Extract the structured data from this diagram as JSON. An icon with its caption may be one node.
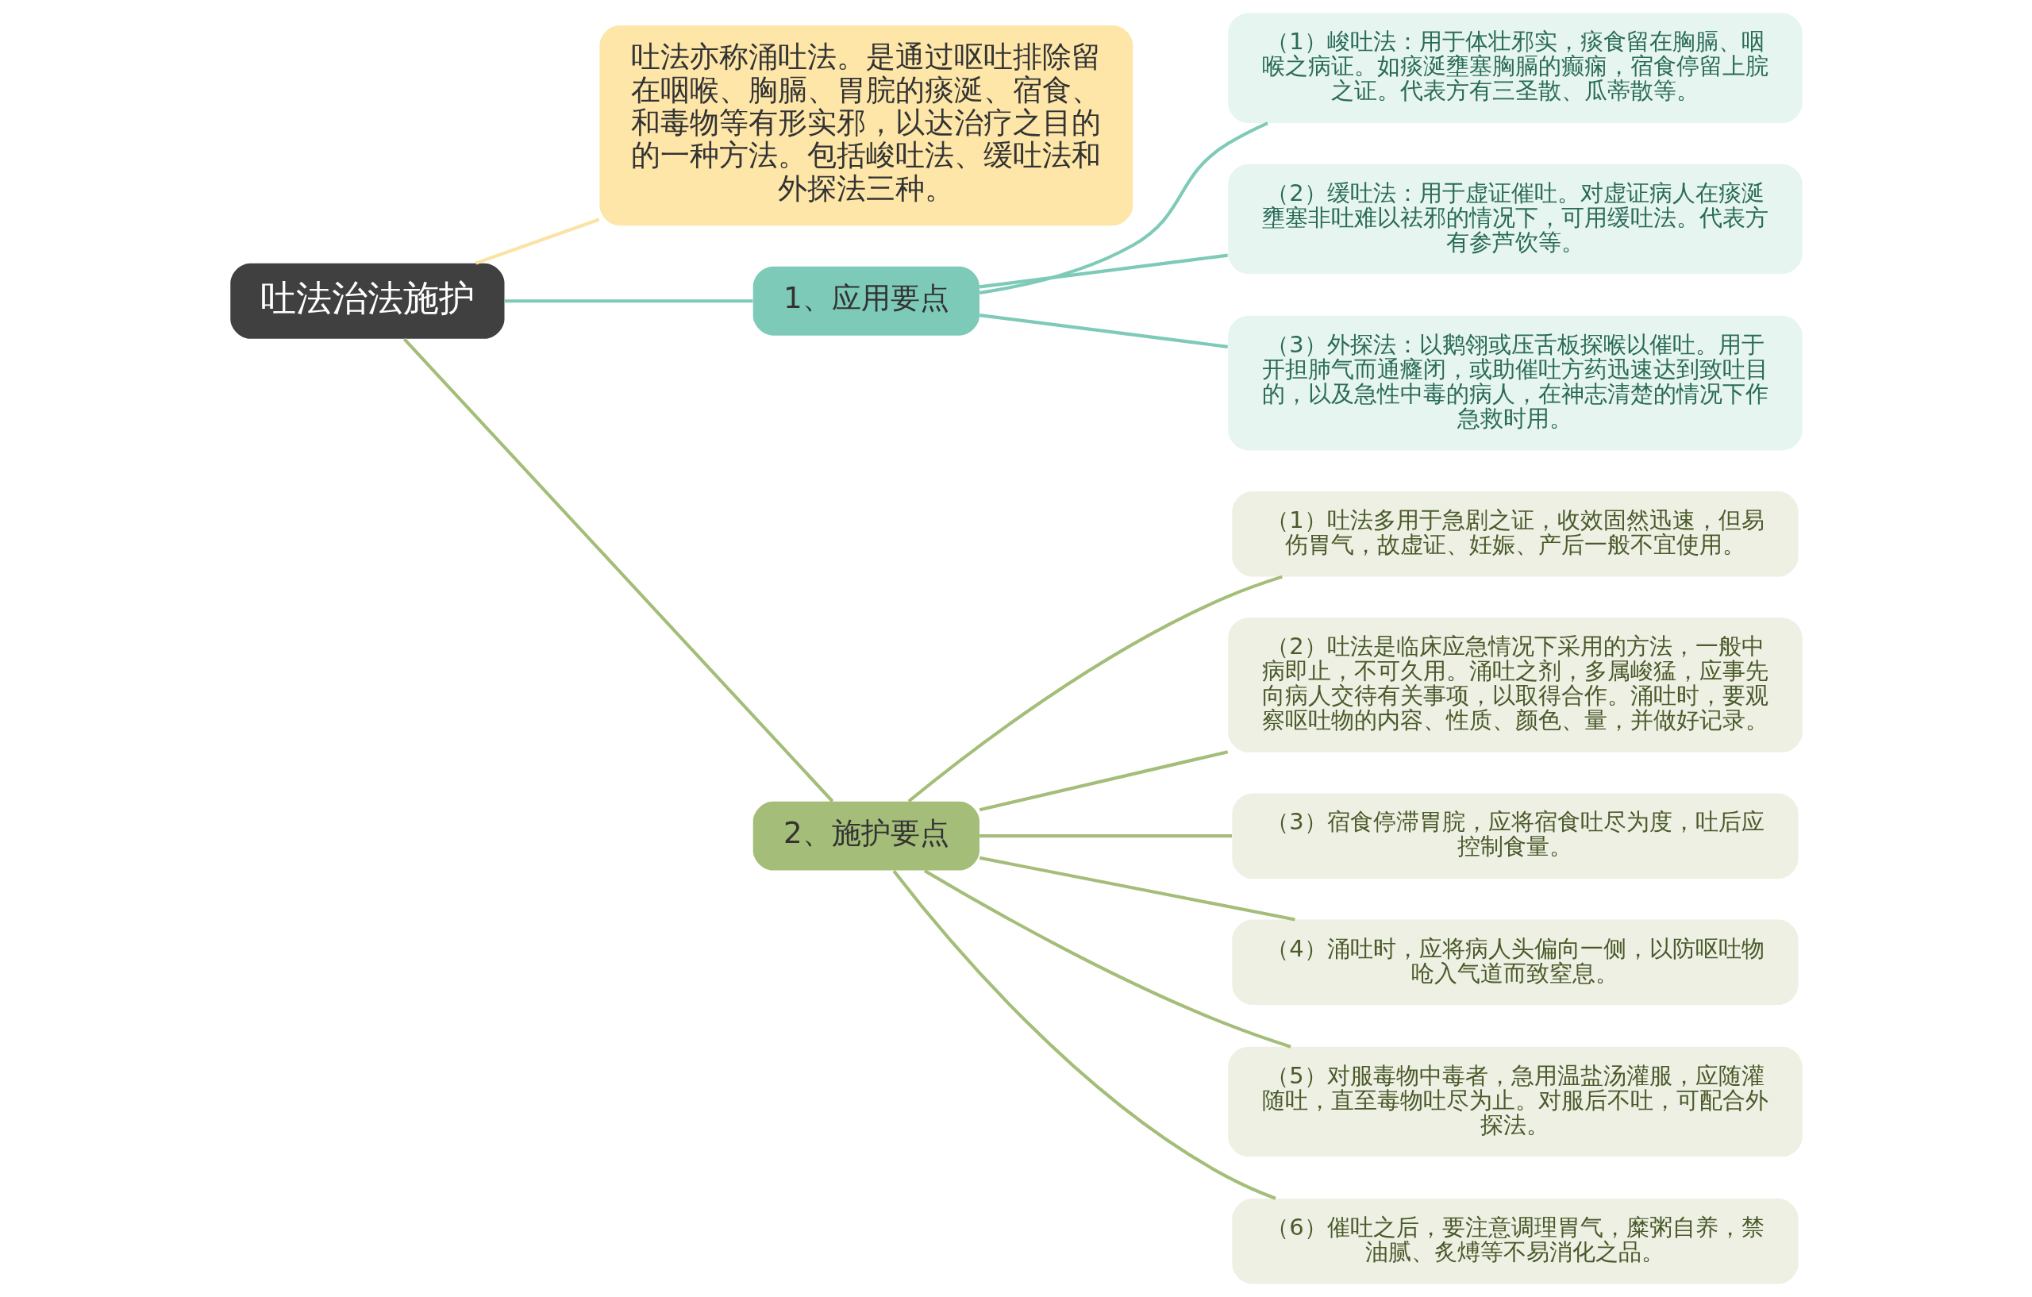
{
  "diagram": {
    "nodes": [
      {
        "text": [
          "吐法治法施护"
        ]
      },
      {
        "text": [
          "吐法亦称涌吐法。是通过呕吐排除留在咽喉、胸膈、胃脘的痰涎、宿食、和毒物等有形实邪，以达治疗之目的的一种方法。包括峻吐法、缓吐法和外探法三种。"
        ]
      },
      {
        "text": [
          "1、应用要点"
        ]
      },
      {
        "text": [
          "（1）峻吐法：用于体壮邪实，痰食留在胸膈、咽喉之病证。如痰涎壅塞胸膈的癫痫，宿食停留上脘之证。代表方有三圣散、瓜蒂散等。"
        ]
      },
      {
        "text": [
          "（2）缓吐法：用于虚证催吐。对虚证病人在痰涎壅塞非吐难以祛邪的情况下，可用缓吐法。代表方有参芦饮等。"
        ]
      },
      {
        "text": [
          "（3）外探法：以鹅翎或压舌板探喉以催吐。用于开担肺气而通癃闭，或助催吐方药迅速达到致吐目的，以及急性中毒的病人，在神志清楚的情况下作急救时用。"
        ]
      },
      {
        "text": [
          "2、施护要点"
        ]
      },
      {
        "text": [
          "（1）吐法多用于急剧之证，收效固然迅速，但易伤胃气，故虚证、妊娠、产后一般不宜使用。"
        ]
      },
      {
        "text": [
          "（2）吐法是临床应急情况下采用的方法，一般中病即止，不可久用。涌吐之剂，多属峻猛，应事先向病人交待有关事项，以取得合作。涌吐时，要观察呕吐物的内容、性质、颜色、量，并做好记录。"
        ]
      },
      {
        "text": [
          "（3）宿食停滞胃脘，应将宿食吐尽为度，吐后应控制食量。"
        ]
      },
      {
        "text": [
          "（4）涌吐时，应将病人头偏向一侧，以防呕吐物呛入气道而致窒息。"
        ]
      },
      {
        "text": [
          "（5）对服毒物中毒者，急用温盐汤灌服，应随灌随吐，直至毒物吐尽为止。对服后不吐，可配合外探法。"
        ]
      },
      {
        "text": [
          "（6）催吐之后，要注意调理胃气，糜粥自养，禁油腻、炙煿等不易消化之品。"
        ]
      }
    ],
    "edges": [
      {
        "from": 0,
        "to": 1,
        "arrow": "none",
        "color": "#fbe3a6"
      },
      {
        "from": 0,
        "to": 2,
        "arrow": "none",
        "color": "#7ecab8"
      },
      {
        "from": 2,
        "to": 3,
        "arrow": "none",
        "color": "#7ecab8"
      },
      {
        "from": 2,
        "to": 4,
        "arrow": "none",
        "color": "#7ecab8"
      },
      {
        "from": 2,
        "to": 5,
        "arrow": "none",
        "color": "#7ecab8"
      },
      {
        "from": 0,
        "to": 6,
        "arrow": "none",
        "color": "#a4bd78"
      },
      {
        "from": 6,
        "to": 7,
        "arrow": "none",
        "color": "#a4bd78"
      },
      {
        "from": 6,
        "to": 8,
        "arrow": "none",
        "color": "#a4bd78"
      },
      {
        "from": 6,
        "to": 9,
        "arrow": "none",
        "color": "#a4bd78"
      },
      {
        "from": 6,
        "to": 10,
        "arrow": "none",
        "color": "#a4bd78"
      },
      {
        "from": 6,
        "to": 11,
        "arrow": "none",
        "color": "#a4bd78"
      },
      {
        "from": 6,
        "to": 12,
        "arrow": "none",
        "color": "#a4bd78"
      }
    ]
  }
}
